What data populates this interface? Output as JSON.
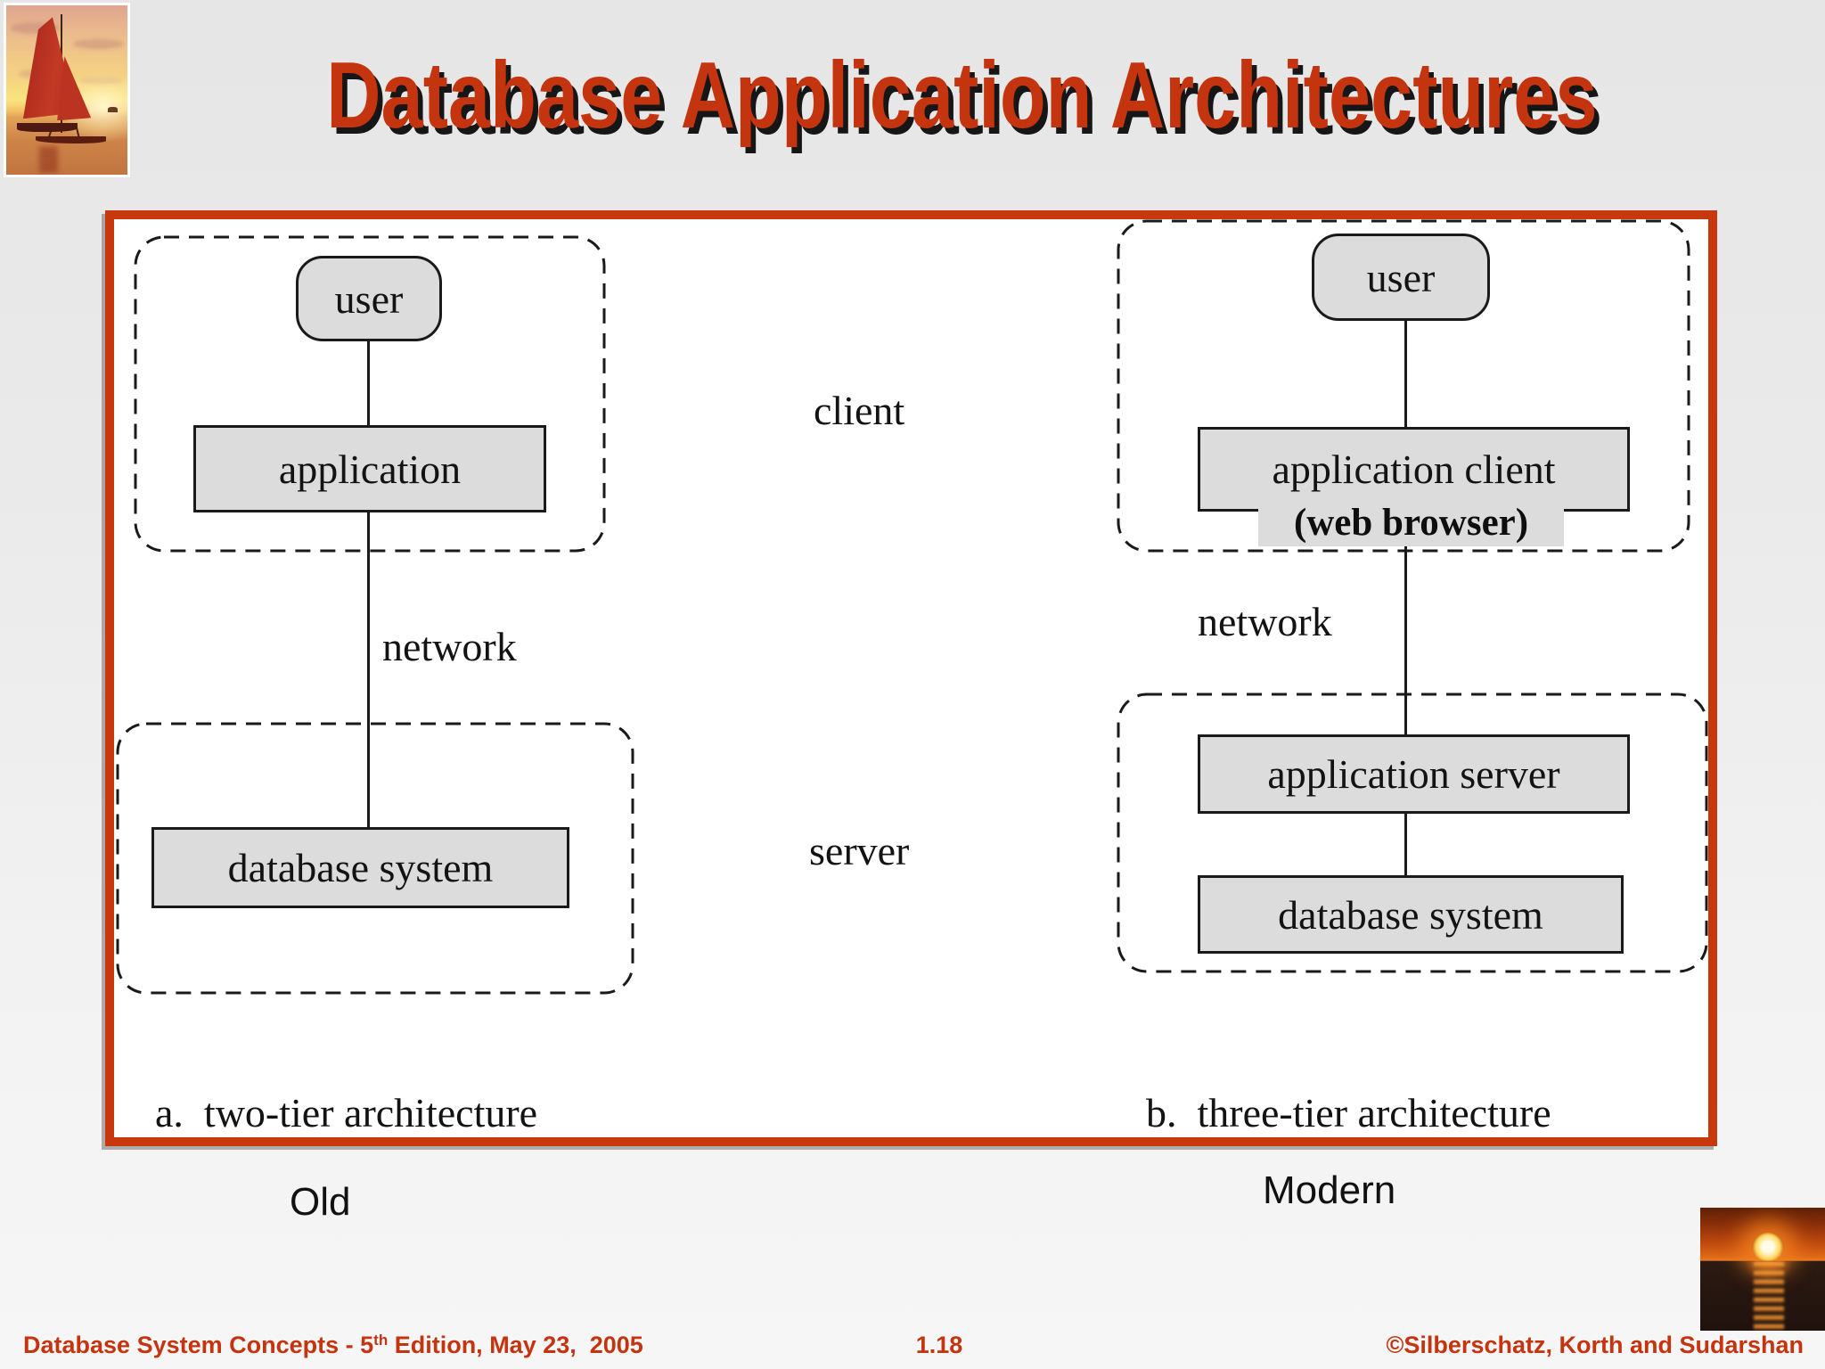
{
  "slide": {
    "title": "Database Application Architectures",
    "title_color": "#c4340f",
    "frame_border_color": "#c8380c",
    "box_fill_color": "#dcdcdc",
    "background_color": "#ececec"
  },
  "diagram": {
    "middle_labels": {
      "client": "client",
      "server": "server"
    },
    "left": {
      "user": "user",
      "application": "application",
      "network": "network",
      "database_system": "database system",
      "caption": "a.  two-tier architecture",
      "era_label": "Old"
    },
    "right": {
      "user": "user",
      "application_client": "application client",
      "web_browser": "(web browser)",
      "network": "network",
      "application_server": "application server",
      "database_system": "database system",
      "caption": "b.  three-tier architecture",
      "era_label": "Modern"
    }
  },
  "footer": {
    "book": "Database System Concepts - 5",
    "edition_sup": "th",
    "book_rest": " Edition, May 23,  2005",
    "page": "1.18",
    "copyright": "©Silberschatz, Korth and Sudarshan"
  }
}
